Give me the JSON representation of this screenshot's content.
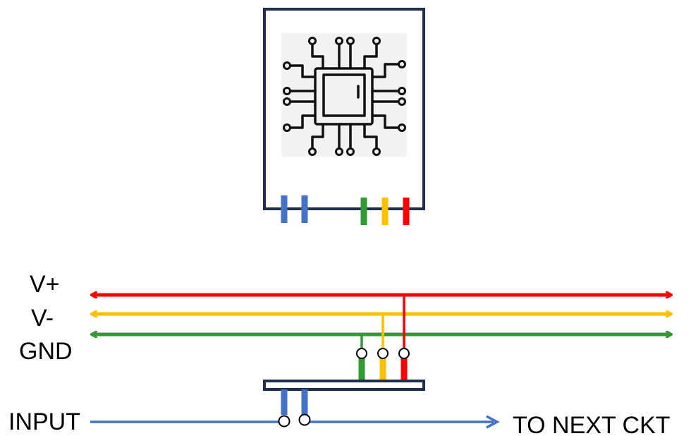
{
  "labels": {
    "v_plus": "V+",
    "v_minus": "V-",
    "gnd": "GND",
    "input": "INPUT",
    "output": "TO NEXT CKT"
  },
  "icons": {
    "chip": "microchip-icon"
  },
  "colors": {
    "outline": "#1f2d4e",
    "v_plus": "#ff0000",
    "v_minus": "#ffc000",
    "gnd": "#339933",
    "signal": "#4472c4",
    "icon_bg": "#f2f2f2",
    "icon_stroke": "#111111"
  }
}
